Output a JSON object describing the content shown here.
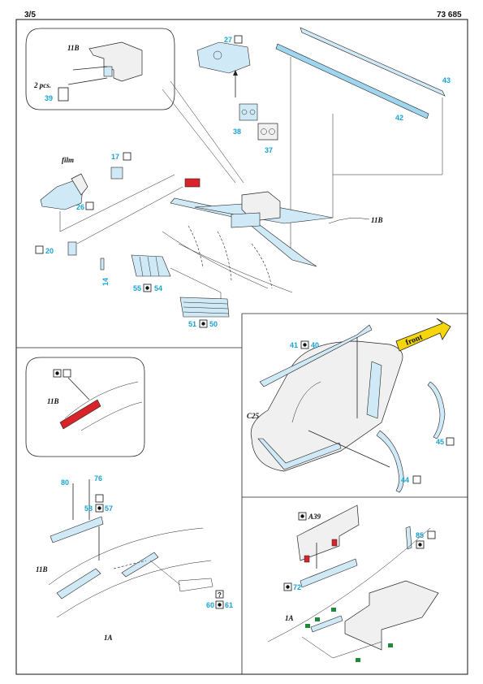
{
  "header": {
    "page": "3/5",
    "kit_number": "73 685"
  },
  "colors": {
    "etch_blue": "#1aa3d6",
    "etch_fill": "#cfe9f6",
    "red": "#d9232a",
    "green": "#1e8a3a",
    "yellow": "#f5d60a"
  },
  "icons": {
    "bend": "checkmark-box-icon",
    "paint": "paint-dot-icon",
    "fold": "fold-icon",
    "remove": "question-box-icon"
  },
  "panels": {
    "top": {
      "inset": {
        "ref": "11B",
        "qty": "2 pcs.",
        "part": "39"
      },
      "film_label": "film",
      "parts": [
        "27",
        "43",
        "42",
        "38",
        "37",
        "17",
        "26",
        "20",
        "14",
        "55",
        "54",
        "51",
        "50"
      ],
      "ref": "11B"
    },
    "canopy": {
      "ref": "C25",
      "arrow": "front",
      "parts": [
        "41",
        "40",
        "45",
        "44"
      ]
    },
    "left": {
      "inset_ref": "11B",
      "parts": [
        "80",
        "76",
        "58",
        "57",
        "60",
        "61"
      ],
      "ref1": "11B",
      "ref2": "1A"
    },
    "bottom_right": {
      "part_a": "A39",
      "parts": [
        "85",
        "72"
      ],
      "ref": "1A"
    }
  }
}
